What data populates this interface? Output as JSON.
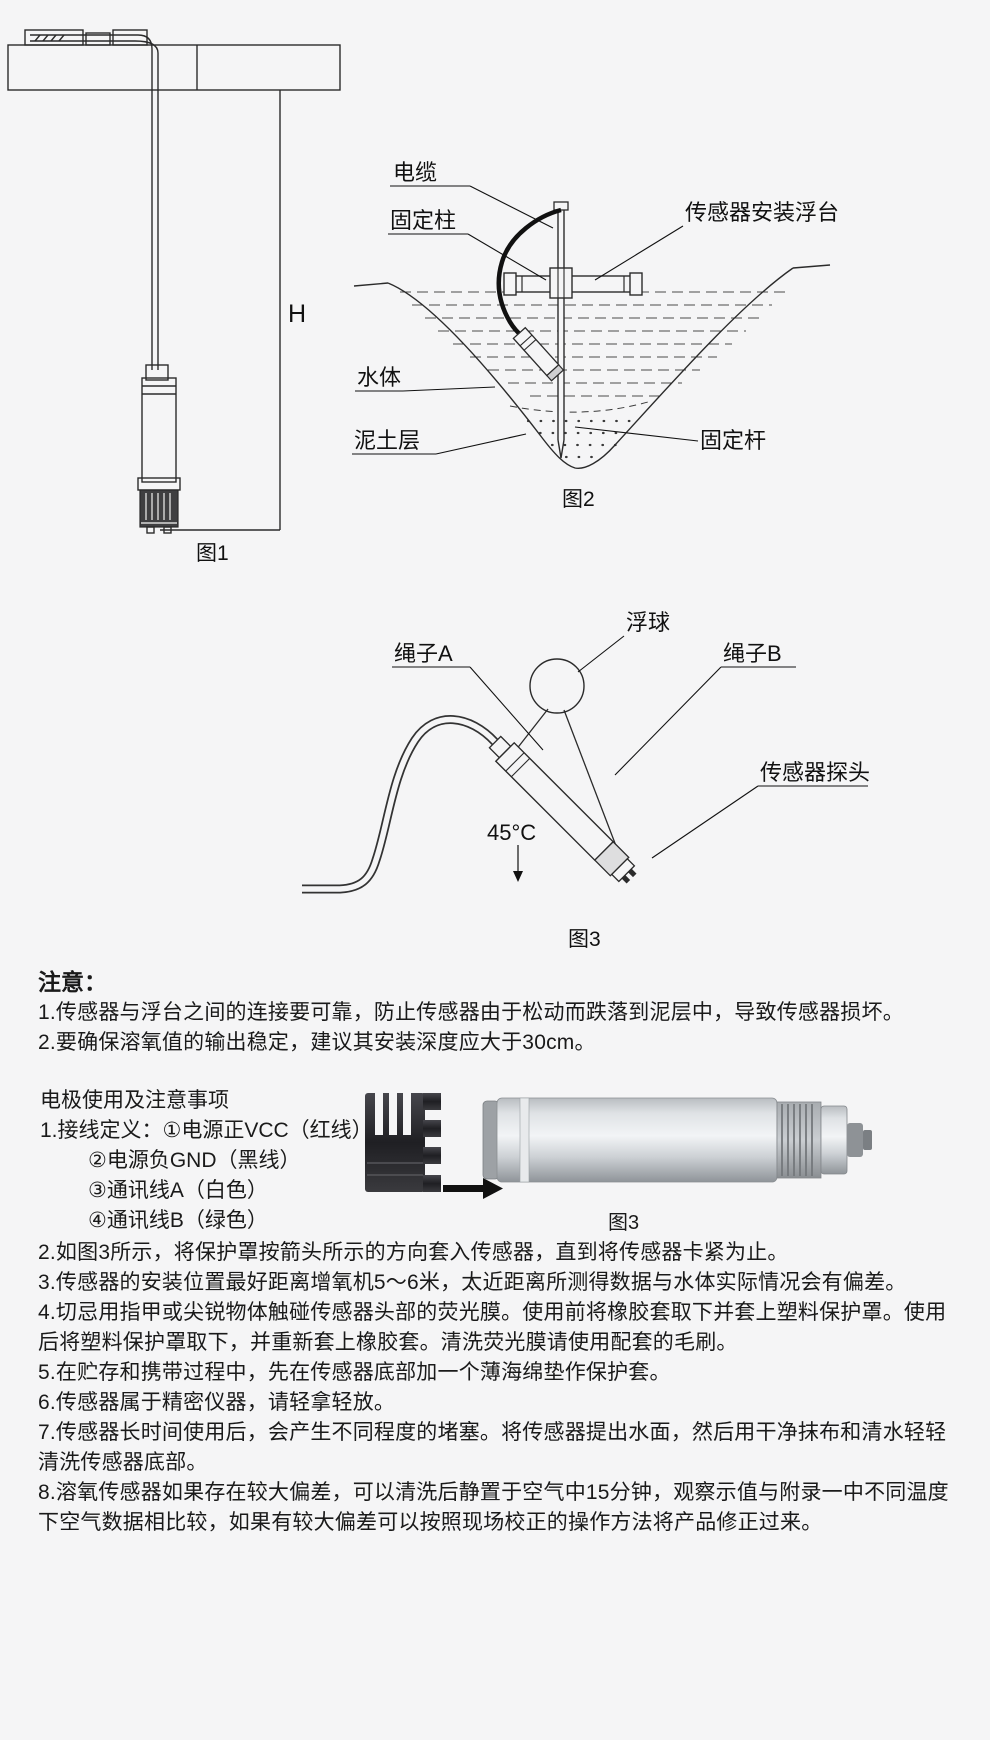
{
  "page": {
    "bg": "#f5f5f6",
    "ink": "#1a1a1a"
  },
  "fig1": {
    "caption": "图1",
    "height_label": "H"
  },
  "fig2": {
    "caption": "图2",
    "label_cable": "电缆",
    "label_post": "固定柱",
    "label_platform": "传感器安装浮台",
    "label_water": "水体",
    "label_mud": "泥土层",
    "label_rod": "固定杆"
  },
  "fig3": {
    "caption": "图3",
    "label_float": "浮球",
    "label_rope_a": "绳子A",
    "label_rope_b": "绳子B",
    "label_probe": "传感器探头",
    "label_angle": "45°C"
  },
  "notice": {
    "heading": "注意：",
    "item1": "1.传感器与浮台之间的连接要可靠，防止传感器由于松动而跌落到泥层中，导致传感器损坏。",
    "item2": "2.要确保溶氧值的输出稳定，建议其安装深度应大于30cm。"
  },
  "electrode": {
    "heading": "电极使用及注意事项",
    "wiring1": "1.接线定义：①电源正VCC（红线）",
    "wiring2": "②电源负GND（黑线）",
    "wiring3": "③通讯线A（白色）",
    "wiring4": "④通讯线B（绿色）",
    "photo_caption": "图3",
    "item2": "2.如图3所示，将保护罩按箭头所示的方向套入传感器，直到将传感器卡紧为止。",
    "item3": "3.传感器的安装位置最好距离增氧机5～6米，太近距离所测得数据与水体实际情况会有偏差。",
    "item4": "4.切忌用指甲或尖锐物体触碰传感器头部的荧光膜。使用前将橡胶套取下并套上塑料保护罩。使用后将塑料保护罩取下，并重新套上橡胶套。清洗荧光膜请使用配套的毛刷。",
    "item5": "5.在贮存和携带过程中，先在传感器底部加一个薄海绵垫作保护套。",
    "item6": "6.传感器属于精密仪器，请轻拿轻放。",
    "item7": "7.传感器长时间使用后，会产生不同程度的堵塞。将传感器提出水面，然后用干净抹布和清水轻轻清洗传感器底部。",
    "item8": "8.溶氧传感器如果存在较大偏差，可以清洗后静置于空气中15分钟，观察示值与附录一中不同温度下空气数据相比较，如果有较大偏差可以按照现场校正的操作方法将产品修正过来。"
  }
}
